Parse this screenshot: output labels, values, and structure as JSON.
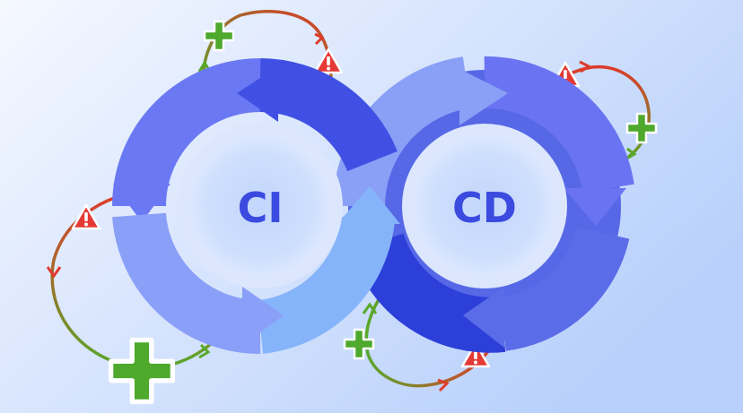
{
  "diagram": {
    "left_loop": {
      "label": "CI"
    },
    "right_loop": {
      "label": "CD"
    },
    "cycles": [
      {
        "name": "top-left-feedback-cycle",
        "nodes": [
          "plus-icon",
          "warning-icon"
        ]
      },
      {
        "name": "right-feedback-cycle",
        "nodes": [
          "warning-icon",
          "plus-icon"
        ]
      },
      {
        "name": "bottom-left-feedback-cycle",
        "nodes": [
          "warning-icon",
          "plus-icon"
        ]
      },
      {
        "name": "bottom-right-feedback-cycle",
        "nodes": [
          "plus-icon",
          "warning-icon"
        ]
      }
    ]
  },
  "colors": {
    "background_start": "#f4f8ff",
    "background_end": "#b9d2fb",
    "ring_dark": "#4353e6",
    "ring_mid": "#6a78f6",
    "ring_light": "#89a2f7",
    "ring_sky": "#86b6fa",
    "inner_disk": "#c7dafc",
    "label_text": "#3b4be0",
    "plus_green": "#4ea92c",
    "warning_red": "#e53935",
    "arc_green": "#5aaa28",
    "arc_red": "#e0322c"
  }
}
